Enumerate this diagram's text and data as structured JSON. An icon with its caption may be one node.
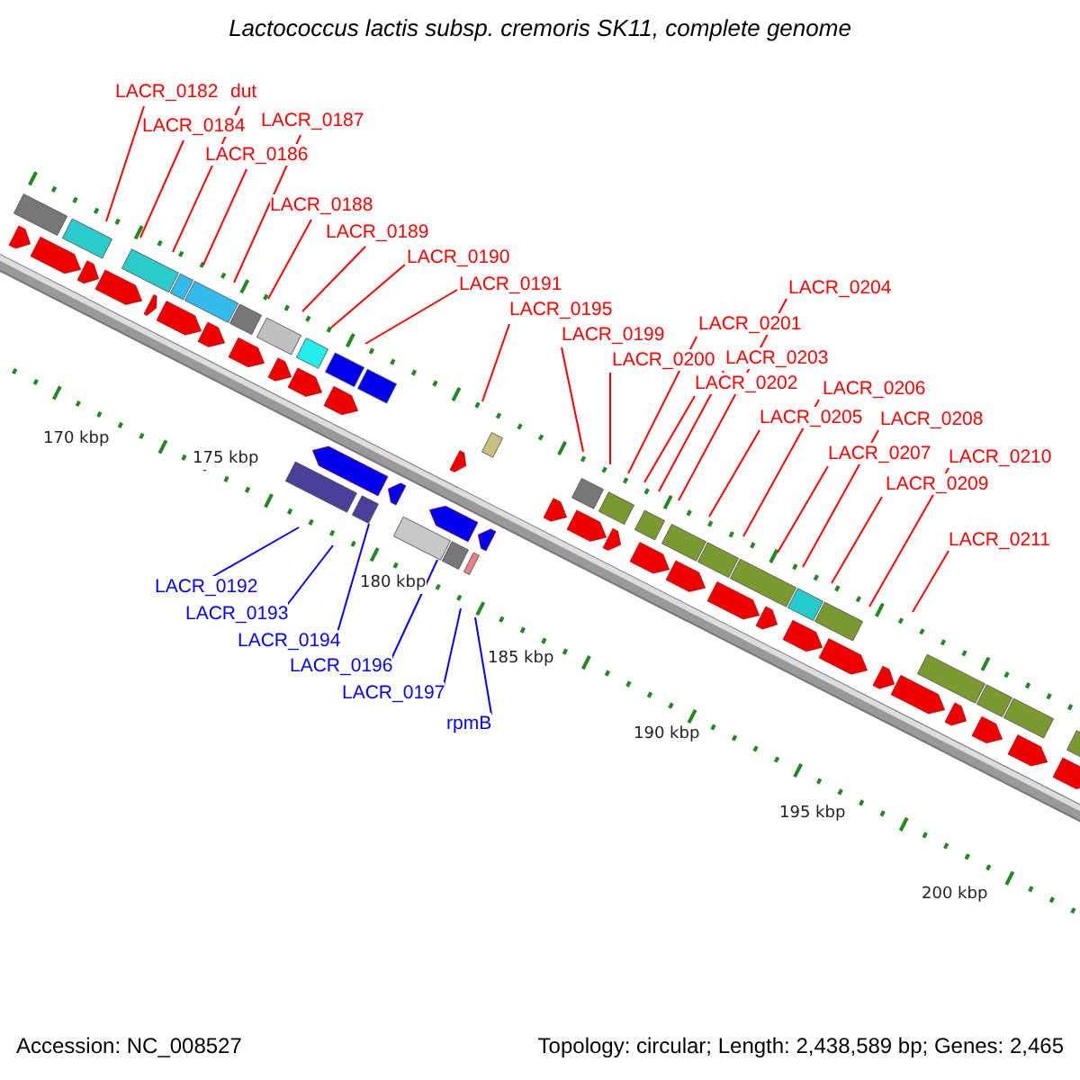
{
  "diagram": {
    "title": "Lactococcus lactis subsp. cremoris SK11, complete genome",
    "nodes": [
      {
        "text": [
          "LACR_0182"
        ]
      },
      {
        "text": [
          "dut"
        ]
      },
      {
        "text": [
          "LACR_0187"
        ]
      },
      {
        "text": [
          "LACR_0184"
        ]
      },
      {
        "text": [
          "LACR_0186"
        ]
      },
      {
        "text": [
          "LACR_0188"
        ]
      },
      {
        "text": [
          "LACR_0189"
        ]
      },
      {
        "text": [
          "LACR_0190"
        ]
      },
      {
        "text": [
          "LACR_0191"
        ]
      },
      {
        "text": [
          "LACR_0204"
        ]
      },
      {
        "text": [
          "LACR_0195"
        ]
      },
      {
        "text": [
          "LACR_0201"
        ]
      },
      {
        "text": [
          "LACR_0199"
        ]
      },
      {
        "text": [
          "LACR_0203"
        ]
      },
      {
        "text": [
          "LACR_0200"
        ]
      },
      {
        "text": [
          "LACR_0202"
        ]
      },
      {
        "text": [
          "LACR_0206"
        ]
      },
      {
        "text": [
          "LACR_0205"
        ]
      },
      {
        "text": [
          "LACR_0208"
        ]
      },
      {
        "text": [
          "LACR_0207"
        ]
      },
      {
        "text": [
          "LACR_0210"
        ]
      },
      {
        "text": [
          "LACR_0209"
        ]
      },
      {
        "text": [
          "LACR_0211"
        ]
      },
      {
        "text": [
          "LACR_0192"
        ]
      },
      {
        "text": [
          "LACR_0193"
        ]
      },
      {
        "text": [
          "LACR_0194"
        ]
      },
      {
        "text": [
          "LACR_0196"
        ]
      },
      {
        "text": [
          "LACR_0197"
        ]
      },
      {
        "text": [
          "rpmB"
        ]
      },
      {
        "text": [],
        "shape": "box"
      },
      {
        "text": [],
        "shape": "box"
      }
    ],
    "edges": [
      {
        "from": 0,
        "to": null,
        "arrow": "none"
      },
      {
        "from": 1,
        "to": null,
        "arrow": "none"
      },
      {
        "from": 2,
        "to": null,
        "arrow": "none"
      },
      {
        "from": 3,
        "to": null,
        "arrow": "none"
      },
      {
        "from": 4,
        "to": null,
        "arrow": "none"
      },
      {
        "from": 5,
        "to": null,
        "arrow": "none"
      },
      {
        "from": 6,
        "to": null,
        "arrow": "none"
      },
      {
        "from": 7,
        "to": null,
        "arrow": "none"
      },
      {
        "from": 8,
        "to": null,
        "arrow": "none"
      },
      {
        "from": 9,
        "to": null,
        "arrow": "none"
      },
      {
        "from": 10,
        "to": null,
        "arrow": "none"
      },
      {
        "from": 11,
        "to": null,
        "arrow": "none"
      },
      {
        "from": 12,
        "to": null,
        "arrow": "none"
      },
      {
        "from": 13,
        "to": null,
        "arrow": "none"
      },
      {
        "from": 14,
        "to": null,
        "arrow": "none"
      },
      {
        "from": 15,
        "to": null,
        "arrow": "none"
      },
      {
        "from": 16,
        "to": null,
        "arrow": "none"
      },
      {
        "from": 17,
        "to": null,
        "arrow": "none"
      },
      {
        "from": 18,
        "to": null,
        "arrow": "none"
      },
      {
        "from": 19,
        "to": null,
        "arrow": "none"
      },
      {
        "from": 20,
        "to": null,
        "arrow": "none"
      },
      {
        "from": 21,
        "to": null,
        "arrow": "none"
      },
      {
        "from": 22,
        "to": null,
        "arrow": "none"
      },
      {
        "from": 23,
        "to": null,
        "arrow": "none",
        "color": "#0000ff"
      },
      {
        "from": 24,
        "to": null,
        "arrow": "none",
        "color": "#0000ff"
      },
      {
        "from": 25,
        "to": 29,
        "arrow": "none",
        "color": "#0000ff"
      },
      {
        "from": 26,
        "to": 30,
        "arrow": "none",
        "color": "#0000ff"
      },
      {
        "from": 27,
        "to": null,
        "arrow": "none",
        "color": "#0000ff"
      },
      {
        "from": 28,
        "to": null,
        "arrow": "none",
        "color": "#0000ff"
      }
    ],
    "labels": [
      "170 kbp",
      "175 kbp",
      "180 kbp",
      "185 kbp",
      "190 kbp",
      "195 kbp",
      "200 kbp",
      "Accession: NC_008527",
      "Topology: circular; Length: 2,438,589 bp; Genes: 2,465"
    ]
  }
}
